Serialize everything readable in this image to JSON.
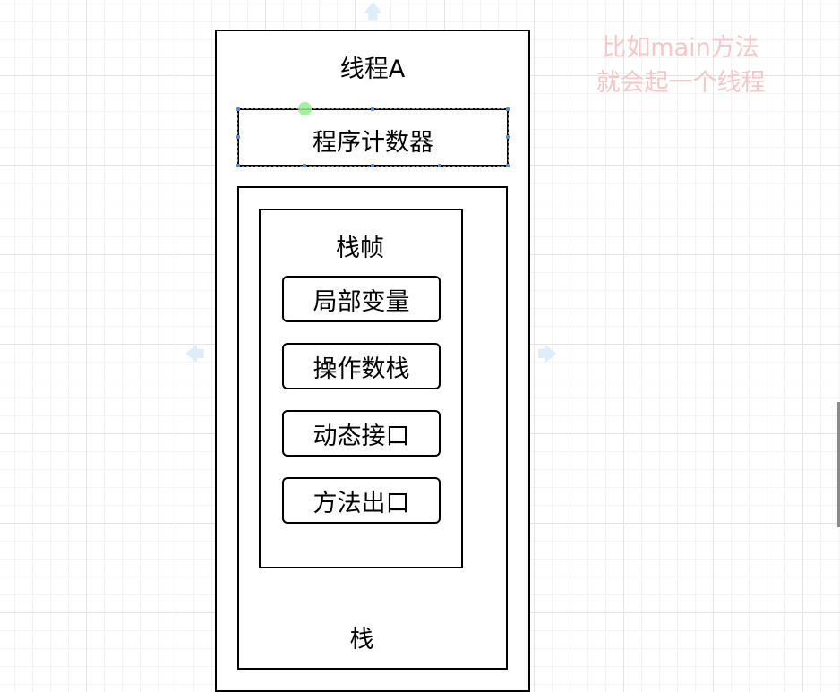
{
  "diagram": {
    "thread_title": "线程A",
    "program_counter": "程序计数器",
    "frame_title": "栈帧",
    "frame_items": [
      "局部变量",
      "操作数栈",
      "动态接口",
      "方法出口"
    ],
    "stack_label": "栈"
  },
  "annotation": {
    "line1": "比如main方法",
    "line2": "就会起一个线程"
  },
  "colors": {
    "annotation_text": "#f6c7c7",
    "selection": "#4a90e2",
    "connection_point": "#90ee90",
    "hint_arrow": "#dbeef9"
  },
  "icons": {
    "hint_up": "arrow-up-icon",
    "hint_left": "arrow-left-icon",
    "hint_right": "arrow-right-icon"
  }
}
